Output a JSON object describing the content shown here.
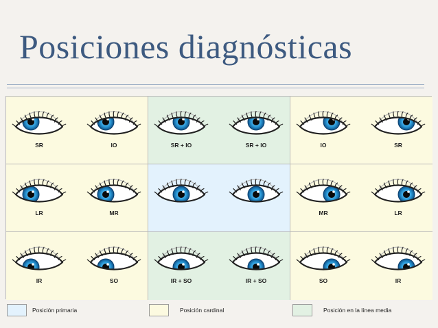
{
  "title": "Posiciones diagnósticas",
  "colors": {
    "title": "#3d5a80",
    "cardinal": "#fcfae0",
    "primary": "#e3f2fd",
    "midline": "#e2f1e3",
    "iris": "#2a9ad8"
  },
  "cells": [
    {
      "bg": "cardinal",
      "left": {
        "label": "SR",
        "gaze": "up-left"
      },
      "right": {
        "label": "IO",
        "gaze": "up-left"
      }
    },
    {
      "bg": "midline",
      "left": {
        "label": "SR + IO",
        "gaze": "up"
      },
      "right": {
        "label": "SR + IO",
        "gaze": "up"
      }
    },
    {
      "bg": "cardinal",
      "left": {
        "label": "IO",
        "gaze": "up-right"
      },
      "right": {
        "label": "SR",
        "gaze": "up-right"
      }
    },
    {
      "bg": "cardinal",
      "left": {
        "label": "LR",
        "gaze": "left"
      },
      "right": {
        "label": "MR",
        "gaze": "left"
      }
    },
    {
      "bg": "primary",
      "left": {
        "label": "",
        "gaze": "center"
      },
      "right": {
        "label": "",
        "gaze": "center"
      }
    },
    {
      "bg": "cardinal",
      "left": {
        "label": "MR",
        "gaze": "right"
      },
      "right": {
        "label": "LR",
        "gaze": "right"
      }
    },
    {
      "bg": "cardinal",
      "left": {
        "label": "IR",
        "gaze": "down-left"
      },
      "right": {
        "label": "SO",
        "gaze": "down-left"
      }
    },
    {
      "bg": "midline",
      "left": {
        "label": "IR + SO",
        "gaze": "down"
      },
      "right": {
        "label": "IR + SO",
        "gaze": "down"
      }
    },
    {
      "bg": "cardinal",
      "left": {
        "label": "SO",
        "gaze": "down-right"
      },
      "right": {
        "label": "IR",
        "gaze": "down-right"
      }
    }
  ],
  "legend": {
    "primary": "Posición primaria",
    "cardinal": "Posición cardinal",
    "midline": "Posición en la línea media"
  }
}
